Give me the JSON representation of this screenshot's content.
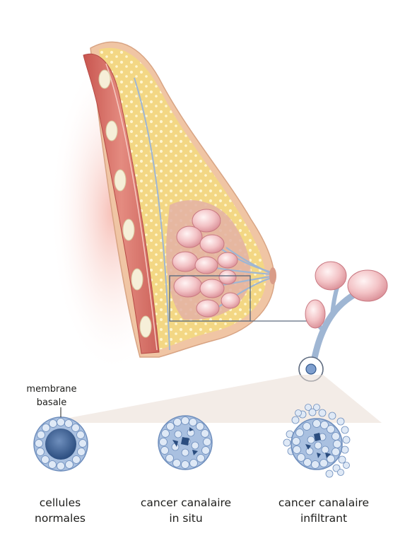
{
  "colors": {
    "skin": "#f1c9a8",
    "fat": "#f2d27c",
    "muscle": "#d9726a",
    "lobule": "#f0b9bd",
    "duct": "#9fb6d3",
    "cell": "#7f9fce",
    "nucleus": "#355a8e",
    "cone": "#e4d3c7"
  },
  "labels": {
    "membrane": [
      "membrane",
      "basale"
    ],
    "normal": [
      "cellules",
      "normales"
    ],
    "in_situ": [
      "cancer canalaire",
      "in situ"
    ],
    "infiltrant": [
      "cancer canalaire",
      "infiltrant"
    ]
  },
  "icons": {
    "breast": "breast-cross-section-icon",
    "lobule": "lobule-cluster-icon",
    "normal": "normal-duct-cross-section-icon",
    "in_situ": "in-situ-duct-cross-section-icon",
    "infiltrant": "infiltrating-duct-cross-section-icon"
  }
}
